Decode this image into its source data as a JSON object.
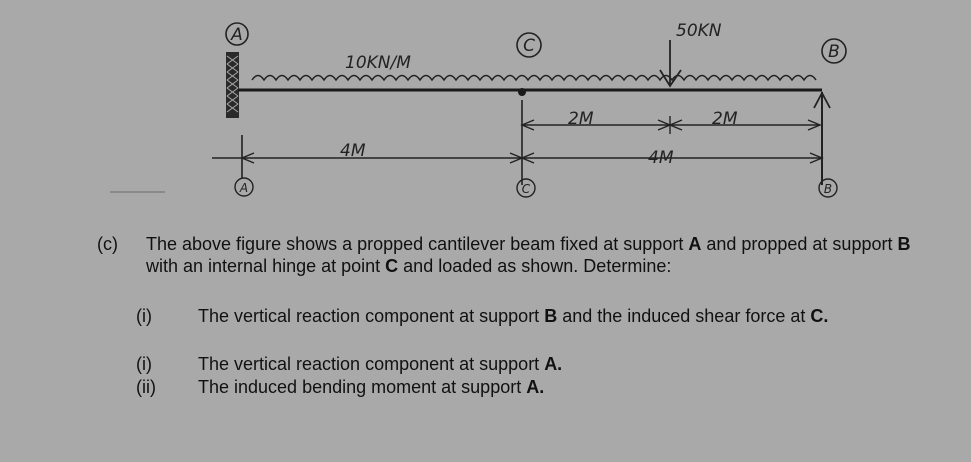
{
  "figure": {
    "labels": {
      "point_a": "A",
      "point_b": "B",
      "point_c": "C",
      "udl": "10KN/M",
      "point_load": "50KN",
      "span_ac": "4M",
      "span_cp": "2M",
      "span_pb": "2M",
      "span_cb": "4M"
    }
  },
  "question": {
    "part_label": "(c)",
    "intro": [
      {
        "text": "The above figure shows a propped cantilever beam fixed at support "
      },
      {
        "text": "A",
        "bold": true
      },
      {
        "text": " and propped at support "
      },
      {
        "text": "B",
        "bold": true
      },
      {
        "text": " with an internal hinge at point "
      },
      {
        "text": "C",
        "bold": true
      },
      {
        "text": " and loaded as shown. Determine:"
      }
    ],
    "items": [
      {
        "label": "(i)",
        "parts": [
          {
            "text": "The vertical reaction component at support "
          },
          {
            "text": "B",
            "bold": true
          },
          {
            "text": " and the induced shear force at "
          },
          {
            "text": "C.",
            "bold": true
          }
        ]
      },
      {
        "label": "(i)",
        "parts": [
          {
            "text": "The vertical reaction component at support "
          },
          {
            "text": "A.",
            "bold": true
          }
        ]
      },
      {
        "label": "(ii)",
        "parts": [
          {
            "text": "The induced bending moment at support "
          },
          {
            "text": "A.",
            "bold": true
          }
        ]
      }
    ]
  }
}
